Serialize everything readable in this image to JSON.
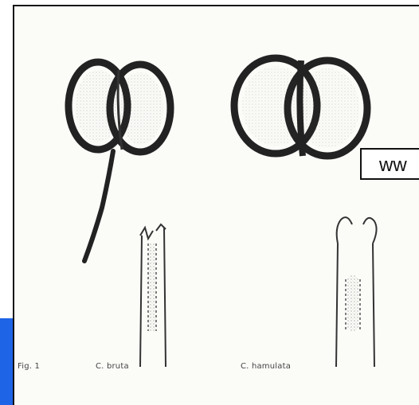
{
  "figure": {
    "fig_label": "Fig. 1",
    "specimen_a": "C. bruta",
    "specimen_b": "C. hamulata"
  },
  "overlay": {
    "url_text": "ww"
  },
  "colors": {
    "accent_strip": "#1e64e6",
    "frame_border": "#111111",
    "ink": "#222222"
  }
}
